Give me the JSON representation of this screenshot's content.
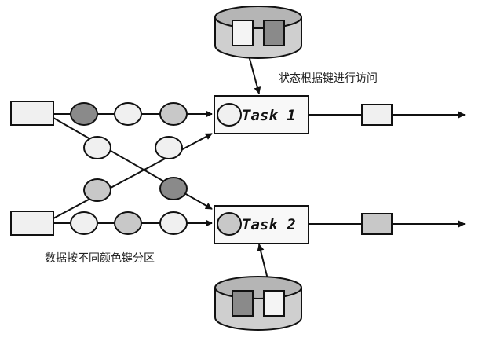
{
  "tasks": [
    {
      "label": "Task 1"
    },
    {
      "label": "Task 2"
    }
  ],
  "annotations": {
    "state_access": "状态根据键进行访问",
    "partition": "数据按不同颜色键分区"
  },
  "colors": {
    "light": "#f0f0f0",
    "medium": "#c8c8c8",
    "dark": "#8a8a8a",
    "cylinder_body": "#cfcfcf",
    "cylinder_top": "#b5b5b5",
    "stroke": "#111111"
  }
}
